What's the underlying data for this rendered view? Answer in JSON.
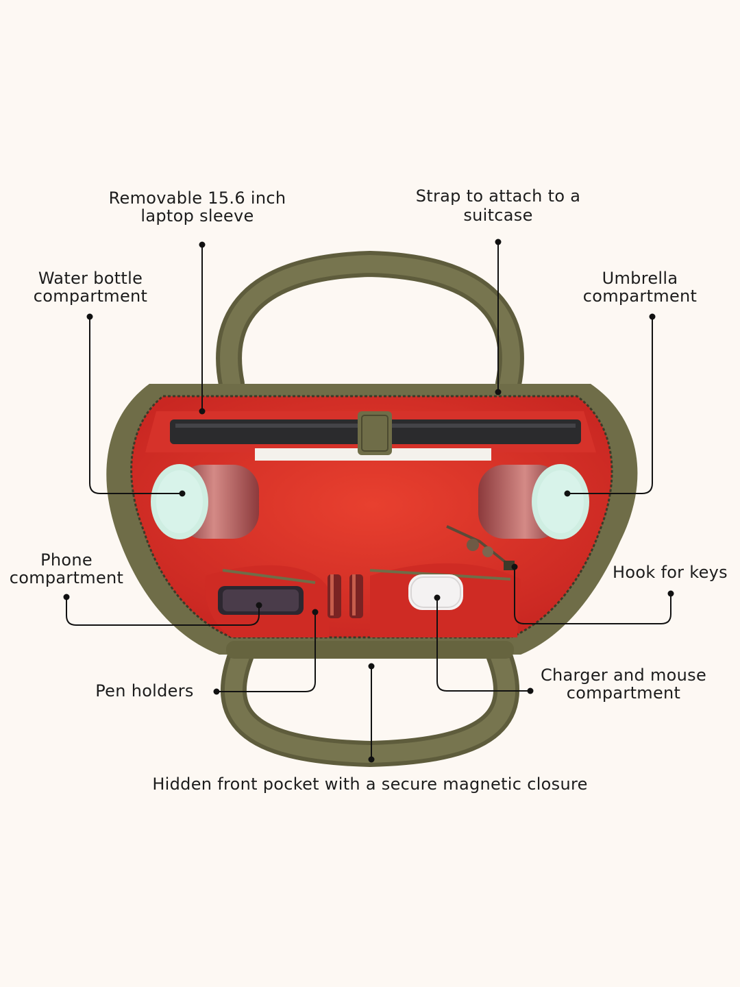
{
  "callouts": {
    "laptop_sleeve": {
      "line1": "Removable 15.6 inch",
      "line2": "laptop sleeve"
    },
    "suitcase_strap": {
      "line1": "Strap to attach to a",
      "line2": "suitcase"
    },
    "water_bottle": {
      "line1": "Water bottle",
      "line2": "compartment"
    },
    "umbrella": {
      "line1": "Umbrella",
      "line2": "compartment"
    },
    "phone": {
      "line1": "Phone",
      "line2": "compartment"
    },
    "keys_hook": {
      "line1": "Hook for keys"
    },
    "pen_holders": {
      "line1": "Pen holders"
    },
    "charger_mouse": {
      "line1": "Charger and mouse",
      "line2": "compartment"
    },
    "front_pocket": {
      "line1": "Hidden front pocket with a secure magnetic closure"
    }
  },
  "colors": {
    "background": "#fdf8f3",
    "leather": "#6f6d48",
    "lining": "#e3352c",
    "leader_line": "#111111"
  }
}
